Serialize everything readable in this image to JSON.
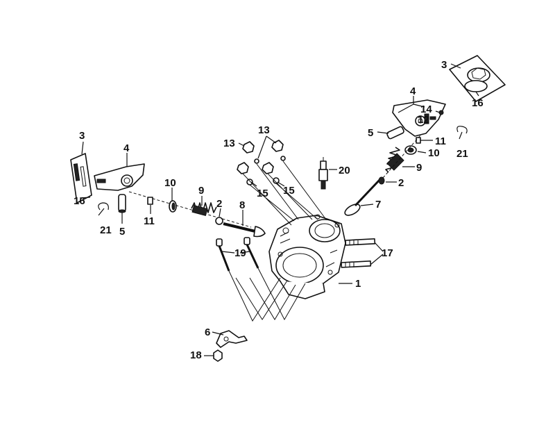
{
  "colors": {
    "ink": "#111111",
    "background": "#ffffff"
  },
  "callouts": {
    "c1": "1",
    "c2a": "2",
    "c2b": "2",
    "c3a": "3",
    "c3b": "3",
    "c4a": "4",
    "c4b": "4",
    "c5a": "5",
    "c5b": "5",
    "c6": "6",
    "c7": "7",
    "c8": "8",
    "c9a": "9",
    "c9b": "9",
    "c10a": "10",
    "c10b": "10",
    "c11a": "11",
    "c11b": "11",
    "c12": "12",
    "c13a": "13",
    "c13b": "13",
    "c14": "14",
    "c15a": "15",
    "c15b": "15",
    "c16a": "16",
    "c16b": "16",
    "c17": "17",
    "c18": "18",
    "c19": "19",
    "c20": "20",
    "c21a": "21",
    "c21b": "21"
  }
}
